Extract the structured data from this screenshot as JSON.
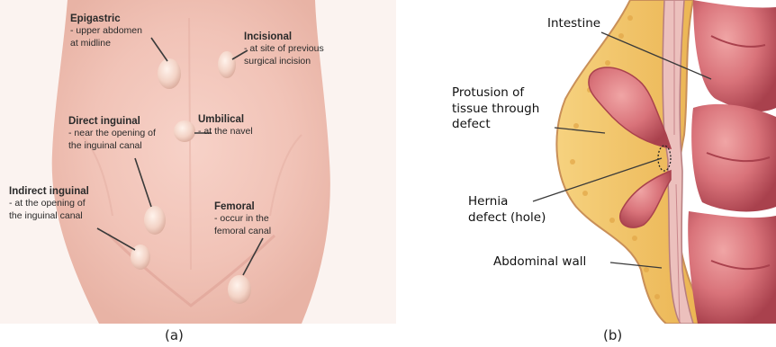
{
  "panel_a": {
    "caption": "(a)",
    "labels": [
      {
        "id": "epigastric",
        "title": "Epigastric",
        "desc": "- upper abdomen\nat midline"
      },
      {
        "id": "incisional",
        "title": "Incisional",
        "desc": "- at site of previous\nsurgical incision"
      },
      {
        "id": "umbilical",
        "title": "Umbilical",
        "desc": "- at the navel"
      },
      {
        "id": "direct-inguinal",
        "title": "Direct inguinal",
        "desc": "- near the opening of\nthe inguinal canal"
      },
      {
        "id": "indirect-inguinal",
        "title": "Indirect inguinal",
        "desc": "- at the opening of\nthe inguinal canal"
      },
      {
        "id": "femoral",
        "title": "Femoral",
        "desc": "- occur in the\nfemoral canal"
      }
    ]
  },
  "panel_b": {
    "caption": "(b)",
    "labels": [
      {
        "id": "intestine",
        "text": "Intestine"
      },
      {
        "id": "protrusion",
        "text": "Protusion of\ntissue through\ndefect"
      },
      {
        "id": "hernia-defect",
        "text": "Hernia\ndefect (hole)"
      },
      {
        "id": "abdominal-wall",
        "text": "Abdominal wall"
      }
    ]
  },
  "colors": {
    "skin": "#f1c9bf",
    "skin_dark": "#e3a69a",
    "fat": "#f2c466",
    "intestine": "#d9737a",
    "intestine_dark": "#a9414d",
    "muscle": "#e9b9b5"
  }
}
